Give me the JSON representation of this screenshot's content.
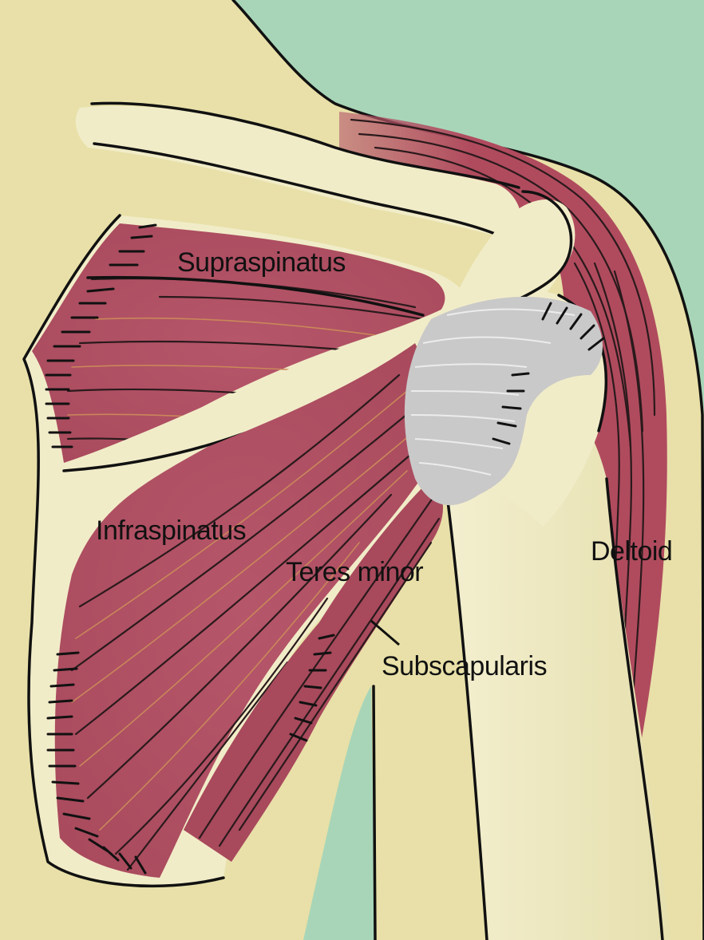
{
  "figure": {
    "kind": "anatomical illustration",
    "labels": {
      "supraspinatus": "Supraspinatus",
      "infraspinatus": "Infraspinatus",
      "teres_minor": "Teres minor",
      "subscapularis": "Subscapularis",
      "deltoid": "Deltoid"
    },
    "colors": {
      "background": "#a8d5b8",
      "skin": "#e8e0a8",
      "bone": "#f1ecc8",
      "muscle": "#b04b5e",
      "tendon": "#c9c9c9",
      "outline": "#111111"
    }
  }
}
